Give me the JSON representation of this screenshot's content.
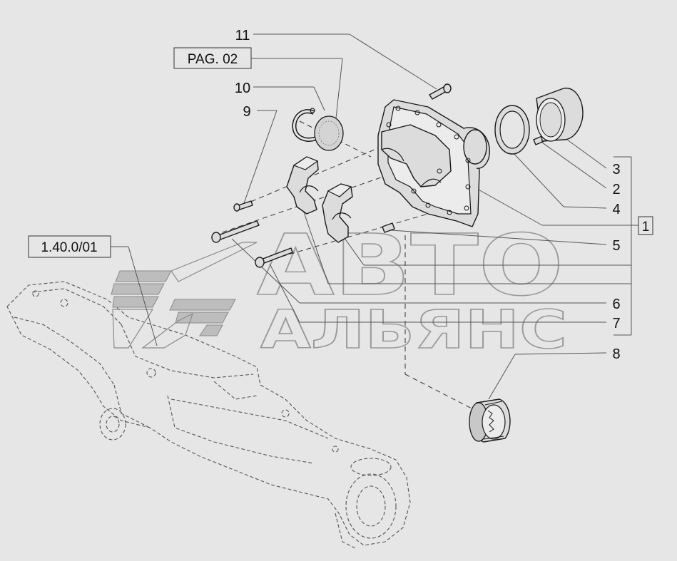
{
  "refs": {
    "pag": "PAG. 02",
    "assembly": "1.40.0/01",
    "group_box": "1"
  },
  "callouts": [
    "11",
    "10",
    "9",
    "3",
    "2",
    "4",
    "5",
    "6",
    "7",
    "8"
  ],
  "watermark": {
    "line1": "АВТО",
    "line2": "АЛЬЯНС"
  }
}
